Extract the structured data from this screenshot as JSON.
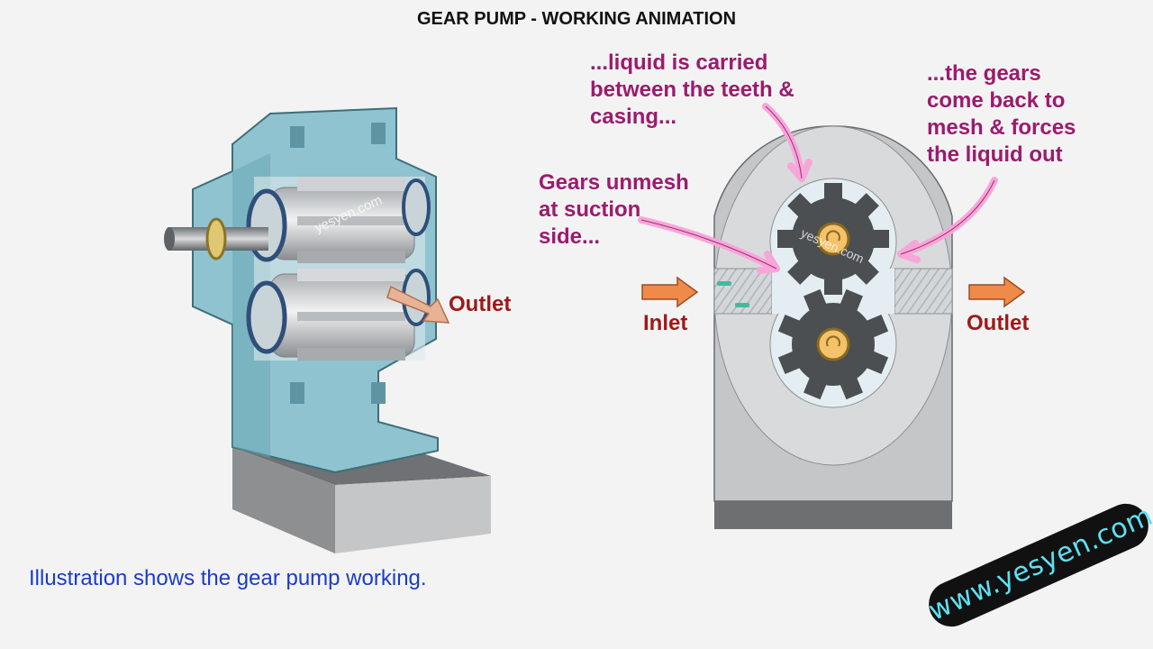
{
  "title": "GEAR PUMP - WORKING ANIMATION",
  "cutaway": {
    "outlet_label": "Outlet",
    "watermark": "yesyen.com"
  },
  "schematic": {
    "annotation_carried": "...liquid is carried\nbetween the teeth &\ncasing...",
    "annotation_mesh": "...the gears\ncome back to\nmesh & forces\nthe liquid out",
    "annotation_unmesh": "Gears unmesh\nat suction\nside...",
    "inlet_label": "Inlet",
    "outlet_label": "Outlet",
    "watermark": "yesyen.com"
  },
  "caption": "Illustration shows the gear pump working.",
  "brand_stamp": "www.yesyen.com",
  "colors": {
    "annotation": "#9b1b6e",
    "flow_label": "#a11818",
    "caption": "#1a3cc8",
    "housing": "#8fc3cf",
    "gear": "#4b4f52",
    "arrow": "#ef8a4a",
    "pointer": "#f7a6d8"
  }
}
